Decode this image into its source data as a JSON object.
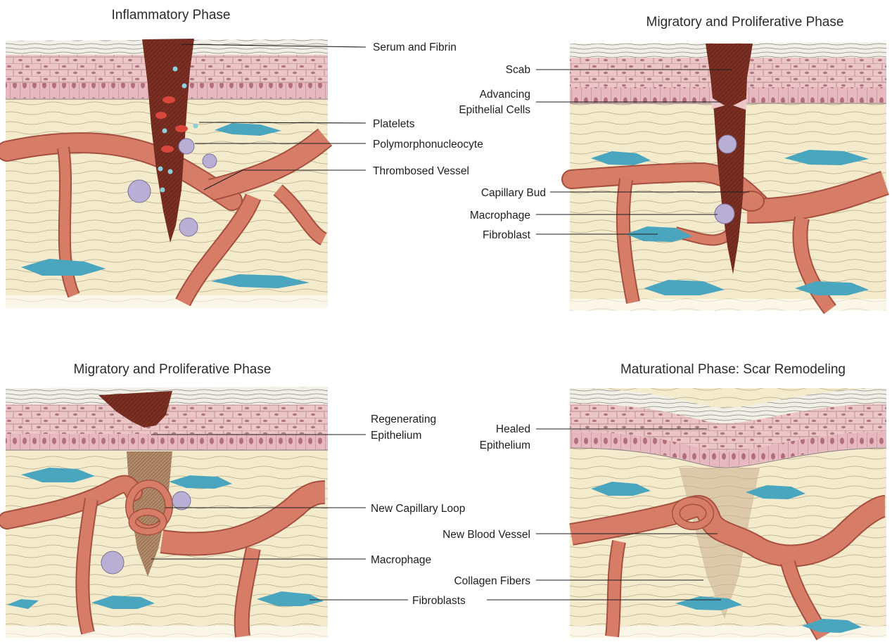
{
  "panels": {
    "inflammatory": {
      "title": "Inflammatory Phase",
      "labels": {
        "serum_fibrin": "Serum and Fibrin",
        "platelets": "Platelets",
        "polymorph": "Polymorphonucleocyte",
        "thrombosed": "Thrombosed Vessel"
      }
    },
    "migratory_1": {
      "title": "Migratory and Proliferative Phase",
      "labels": {
        "scab": "Scab",
        "advancing_1": "Advancing",
        "advancing_2": "Epithelial Cells",
        "capillary_bud": "Capillary Bud",
        "macrophage": "Macrophage",
        "fibroblast": "Fibroblast"
      }
    },
    "migratory_2": {
      "title": "Migratory and Proliferative Phase",
      "labels": {
        "regen_1": "Regenerating",
        "regen_2": "Epithelium",
        "capillary_loop": "New Capillary Loop",
        "macrophage": "Macrophage",
        "fibroblasts": "Fibroblasts"
      }
    },
    "maturational": {
      "title": "Maturational Phase: Scar Remodeling",
      "labels": {
        "healed_1": "Healed",
        "healed_2": "Epithelium",
        "new_vessel": "New Blood Vessel",
        "collagen": "Collagen Fibers"
      }
    }
  },
  "colors": {
    "dermis": "#f4ebcc",
    "epidermis": "#ecc6c6",
    "basal_cells": "#dba3ad",
    "stratum_corneum": "#f1efe6",
    "vessel": "#d77c66",
    "vessel_dark": "#a65040",
    "clot": "#7a2f22",
    "fibroblast": "#4aa6bf",
    "leukocyte": "#b9aed3",
    "platelet": "#8cd0dc",
    "rbc": "#d9463c"
  }
}
